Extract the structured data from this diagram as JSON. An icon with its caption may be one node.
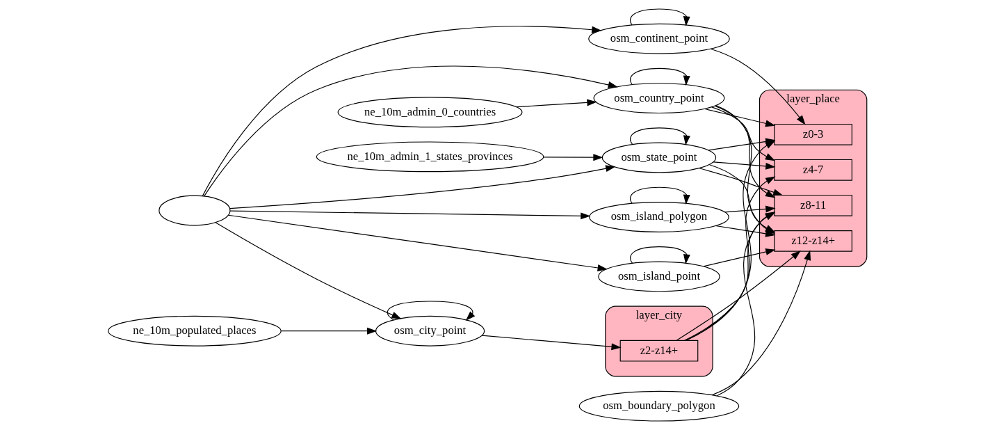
{
  "diagram": {
    "nodes": [
      {
        "text": [
          "osm_continent_point"
        ]
      },
      {
        "text": [
          "ne_10m_admin_1_states_provinces"
        ]
      },
      {
        "text": [
          "osm_state_point"
        ]
      },
      {
        "text": [
          "osm_country_point"
        ]
      },
      {
        "text": [],
        "shape": "ellipse"
      },
      {
        "text": [
          "ne_10m_admin_0_countries"
        ]
      },
      {
        "text": [
          "layer_city"
        ]
      },
      {
        "text": [
          "z2-z14+"
        ],
        "in": 6
      },
      {
        "text": [
          "layer_place"
        ]
      },
      {
        "text": [
          "z0-3"
        ],
        "in": 8
      },
      {
        "text": [
          "z4-7"
        ],
        "in": 8
      },
      {
        "text": [
          "z8-11"
        ],
        "in": 8
      },
      {
        "text": [
          "z12-z14+"
        ],
        "in": 8
      },
      {
        "text": [
          "osm_boundary_polygon"
        ]
      },
      {
        "text": [
          "ne_10m_populated_places"
        ]
      },
      {
        "text": [
          "osm_city_point"
        ]
      },
      {
        "text": [
          "osm_island_polygon"
        ]
      },
      {
        "text": [
          "osm_island_point"
        ]
      }
    ],
    "edges": [
      {
        "from": 4,
        "to": 0,
        "arrow": "to"
      },
      {
        "from": 4,
        "to": 2,
        "arrow": "to"
      },
      {
        "from": 4,
        "to": 3,
        "arrow": "to"
      },
      {
        "from": 4,
        "to": 15,
        "arrow": "to"
      },
      {
        "from": 4,
        "to": 16,
        "arrow": "to"
      },
      {
        "from": 4,
        "to": 17,
        "arrow": "to"
      },
      {
        "from": 1,
        "to": 2,
        "arrow": "to"
      },
      {
        "from": 5,
        "to": 3,
        "arrow": "to"
      },
      {
        "from": 14,
        "to": 15,
        "arrow": "to"
      },
      {
        "from": 0,
        "to": 0,
        "arrow": "to"
      },
      {
        "from": 2,
        "to": 2,
        "arrow": "to"
      },
      {
        "from": 3,
        "to": 3,
        "arrow": "to"
      },
      {
        "from": 15,
        "to": 15,
        "arrow": "to"
      },
      {
        "from": 16,
        "to": 16,
        "arrow": "to"
      },
      {
        "from": 17,
        "to": 17,
        "arrow": "to"
      },
      {
        "from": 15,
        "to": 7,
        "arrow": "to"
      },
      {
        "from": 0,
        "to": 9,
        "arrow": "to"
      },
      {
        "from": 2,
        "to": 9,
        "arrow": "to"
      },
      {
        "from": 2,
        "to": 10,
        "arrow": "to"
      },
      {
        "from": 2,
        "to": 11,
        "arrow": "to"
      },
      {
        "from": 2,
        "to": 12,
        "arrow": "to"
      },
      {
        "from": 3,
        "to": 9,
        "arrow": "to"
      },
      {
        "from": 3,
        "to": 10,
        "arrow": "to"
      },
      {
        "from": 3,
        "to": 11,
        "arrow": "to"
      },
      {
        "from": 3,
        "to": 12,
        "arrow": "to"
      },
      {
        "from": 7,
        "to": 9,
        "arrow": "to"
      },
      {
        "from": 7,
        "to": 10,
        "arrow": "to"
      },
      {
        "from": 7,
        "to": 11,
        "arrow": "to"
      },
      {
        "from": 7,
        "to": 12,
        "arrow": "to"
      },
      {
        "from": 13,
        "to": 11,
        "arrow": "to"
      },
      {
        "from": 13,
        "to": 12,
        "arrow": "to"
      },
      {
        "from": 16,
        "to": 11,
        "arrow": "to"
      },
      {
        "from": 16,
        "to": 12,
        "arrow": "to"
      },
      {
        "from": 17,
        "to": 12,
        "arrow": "to"
      }
    ]
  }
}
